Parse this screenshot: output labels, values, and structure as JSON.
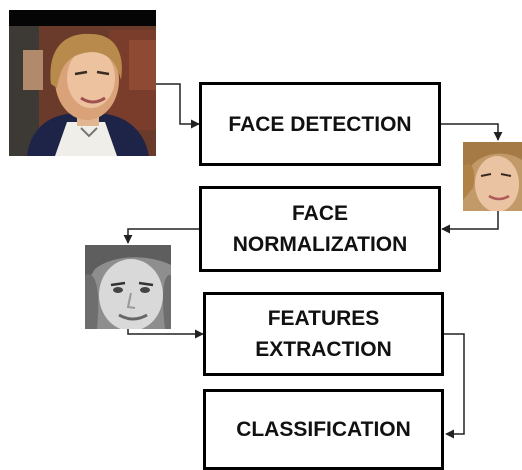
{
  "diagram": {
    "steps": [
      {
        "label": "FACE DETECTION"
      },
      {
        "label_lines": [
          "FACE",
          "NORMALIZATION"
        ]
      },
      {
        "label_lines": [
          "FEATURES",
          "EXTRACTION"
        ]
      },
      {
        "label": "CLASSIFICATION"
      }
    ],
    "images": [
      {
        "icon": "input-photo-woman",
        "tone": "color"
      },
      {
        "icon": "detected-face-crop",
        "tone": "color"
      },
      {
        "icon": "normalized-face-crop",
        "tone": "grayscale"
      }
    ],
    "colors": {
      "border": "#000000",
      "arrow": "#222222",
      "background": "#ffffff"
    }
  }
}
